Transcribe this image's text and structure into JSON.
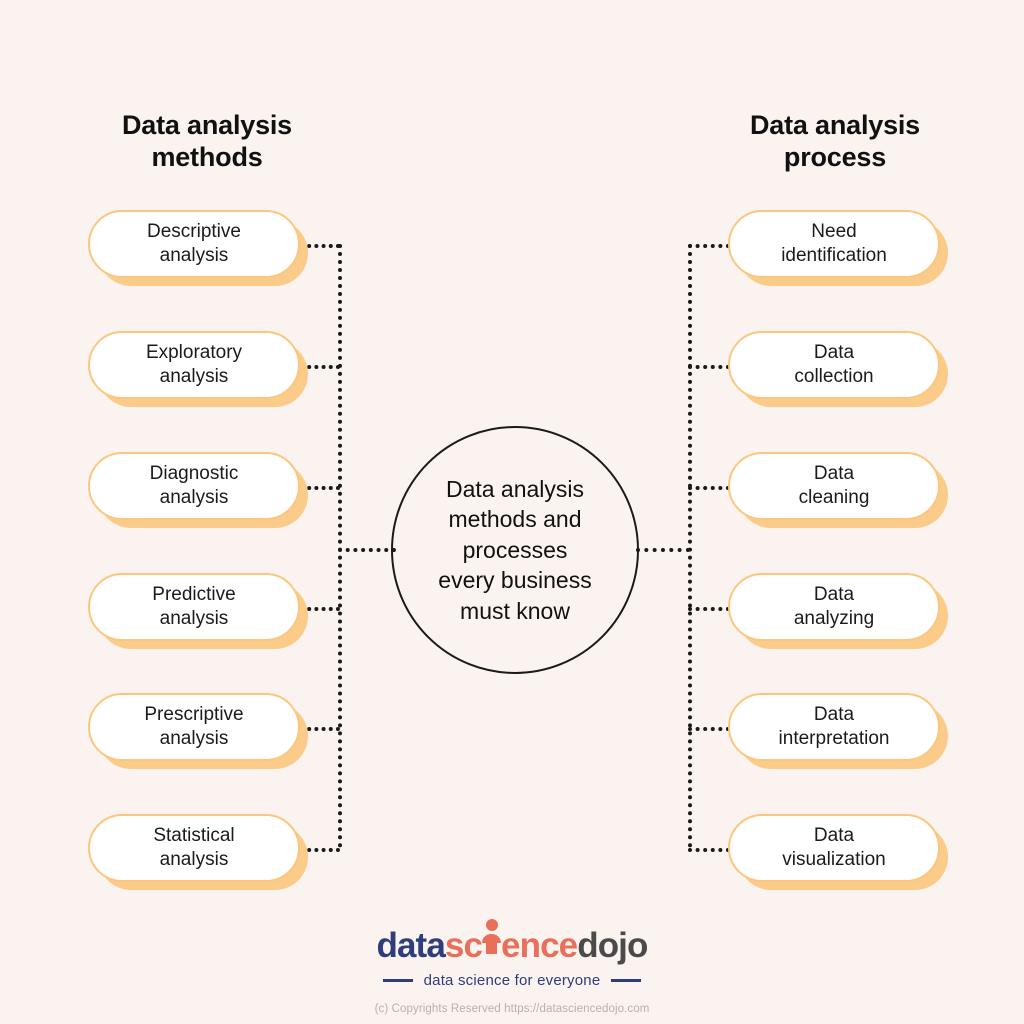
{
  "background_color": "#FBF3EF",
  "accent_color": "#FBC77F",
  "shadow_color": "#FBCB8A",
  "line_color": "#1A1A1A",
  "center": {
    "label": "Data analysis\nmethods and\nprocesses\nevery business\nmust know"
  },
  "left_column": {
    "heading": "Data analysis\nmethods",
    "items": [
      {
        "label": "Descriptive\nanalysis"
      },
      {
        "label": "Exploratory\nanalysis"
      },
      {
        "label": "Diagnostic\nanalysis"
      },
      {
        "label": "Predictive\nanalysis"
      },
      {
        "label": "Prescriptive\nanalysis"
      },
      {
        "label": "Statistical\nanalysis"
      }
    ]
  },
  "right_column": {
    "heading": "Data analysis\nprocess",
    "items": [
      {
        "label": "Need\nidentification"
      },
      {
        "label": "Data\ncollection"
      },
      {
        "label": "Data\ncleaning"
      },
      {
        "label": "Data\nanalyzing"
      },
      {
        "label": "Data\ninterpretation"
      },
      {
        "label": "Data\nvisualization"
      }
    ]
  },
  "footer": {
    "logo": {
      "part1": "data",
      "part2": "sc",
      "part3": "ence",
      "part4": "dojo",
      "full_text": "datasciencedojo"
    },
    "tagline": "data science for everyone",
    "copyright": "(c) Copyrights Reserved  https://datasciencedojo.com"
  }
}
